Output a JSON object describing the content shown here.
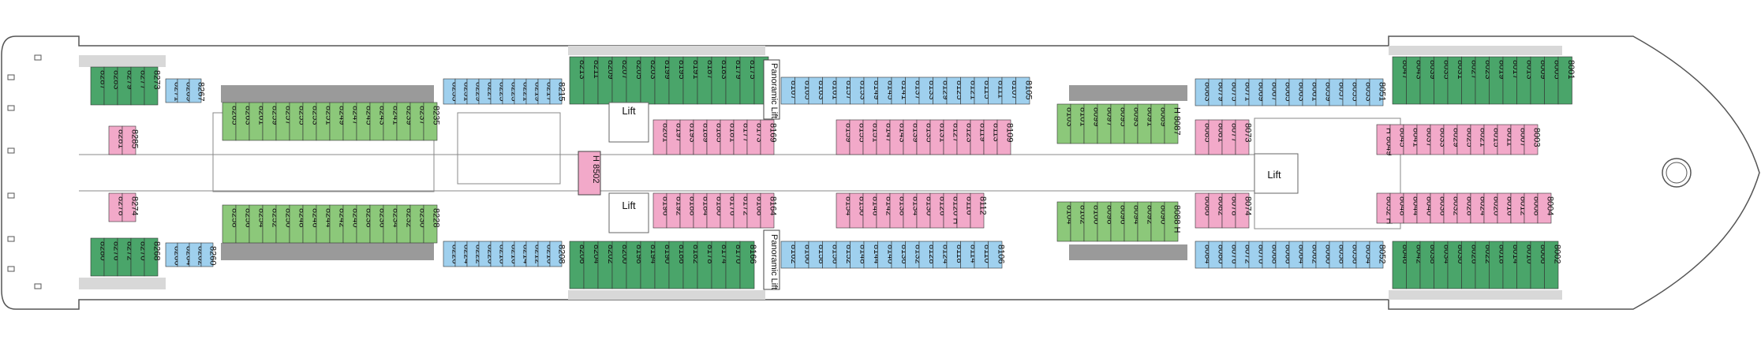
{
  "colors": {
    "green": "#8cc87a",
    "green_dark": "#4aa56a",
    "blue": "#9fd0ee",
    "blue_dark": "#5a93d0",
    "pink": "#f2a9c9",
    "grey": "#9a9a9a",
    "grey_light": "#d8d8d8",
    "outline": "#444444"
  },
  "labels": {
    "lift": "Lift",
    "panoramic_lift": "Panoramic Lift",
    "h_cabin_8502": "H 8502"
  },
  "cabins": {
    "aft_top": [
      "8287",
      "8283",
      "8279",
      "8277",
      "8273"
    ],
    "aft_bottom": [
      "8280",
      "8276",
      "8272",
      "8270",
      "8268"
    ],
    "aft_inner_top": [
      "8281",
      "8285"
    ],
    "aft_inner_bottom": [
      "8278",
      "8274"
    ],
    "fwd1_top_blue": [
      "8271",
      "8269",
      "8267"
    ],
    "fwd1_bottom_blue": [
      "8266",
      "8264",
      "8262",
      "8260"
    ],
    "midA_inner_top": [
      "8265",
      "8263",
      "8261",
      "8259",
      "8257",
      "8255",
      "8253",
      "8251",
      "8249",
      "8247",
      "8245",
      "8243",
      "8241",
      "8239",
      "8237",
      "8235"
    ],
    "midA_inner_bottom": [
      "8258",
      "8256",
      "8254",
      "8252",
      "8250",
      "8248",
      "8246",
      "8244",
      "8242",
      "8240",
      "8238",
      "8236",
      "8234",
      "8232",
      "8230",
      "8228"
    ],
    "midA_outer_top": [
      "8233",
      "8231",
      "8229",
      "8227",
      "8225",
      "8223",
      "8221",
      "8219",
      "8217",
      "8215"
    ],
    "midA_outer_bottom": [
      "8226",
      "8224",
      "8222",
      "8220",
      "8218",
      "8216",
      "8214",
      "8212",
      "8210",
      "8208"
    ],
    "midB_top_green": [
      "8213",
      "8211",
      "8209",
      "8207",
      "8205",
      "8203",
      "8199",
      "8195",
      "8191",
      "8187",
      "8183",
      "8179",
      "8175",
      "8171"
    ],
    "midB_bottom_green": [
      "8206",
      "8204",
      "8202",
      "8200",
      "8198",
      "8194",
      "8190",
      "8186",
      "8182",
      "8178",
      "8174",
      "8170",
      "8166"
    ],
    "midB_inner_top_pink": [
      "8201",
      "8197",
      "8193",
      "8189",
      "8185",
      "8181",
      "8177",
      "8173",
      "8169"
    ],
    "midB_inner_bottom_pink": [
      "8196",
      "8192",
      "8188",
      "8184",
      "8180",
      "8176",
      "8172",
      "8168",
      "8164"
    ],
    "midC_top": [
      "8167",
      "8165",
      "8163",
      "8161",
      "8157",
      "8153",
      "8149",
      "8145",
      "8141",
      "8137",
      "8133",
      "8129",
      "8125",
      "8121",
      "8115",
      "8111",
      "8107",
      "8105"
    ],
    "midC_bottom": [
      "8162",
      "8160",
      "8158",
      "8156",
      "8152",
      "8148",
      "8144",
      "8140",
      "8136",
      "8132",
      "8128",
      "8124",
      "8118",
      "8114",
      "8110",
      "8106"
    ],
    "midC_inner_top_pink": [
      "8159",
      "8155",
      "8151",
      "8147",
      "8143",
      "8139",
      "8135",
      "8131",
      "8127",
      "8123",
      "8119",
      "8113",
      "8109"
    ],
    "midC_inner_bottom_pink": [
      "8154",
      "8150",
      "8146",
      "8142",
      "8138",
      "8134",
      "8130",
      "8126",
      "8120 H",
      "8116",
      "8112"
    ],
    "fwdA_inner_top": [
      "8103",
      "8101",
      "8099",
      "8097",
      "8095",
      "8093",
      "8091",
      "8089",
      "H 8087"
    ],
    "fwdA_inner_bottom": [
      "8104",
      "8102",
      "8100",
      "8098",
      "8096",
      "8094",
      "8092",
      "8090",
      "8088 H"
    ],
    "fwdA_inner_top_pink": [
      "8085",
      "8081",
      "8077",
      "8073"
    ],
    "fwdA_inner_bottom_pink": [
      "8086",
      "8082",
      "8078",
      "8074"
    ],
    "fwdB_top": [
      "8083",
      "8079",
      "8075",
      "8071",
      "8069",
      "8067",
      "8065",
      "8063",
      "8061",
      "8059",
      "8057",
      "8055",
      "8053",
      "8051"
    ],
    "fwdB_bottom": [
      "8084",
      "8080",
      "8076",
      "8072",
      "8070",
      "8068",
      "8066",
      "8064",
      "8062",
      "8060",
      "8058",
      "8056",
      "8054",
      "8052"
    ],
    "bow_top": [
      "8047",
      "8043",
      "8039",
      "8035",
      "8031",
      "8027",
      "8023",
      "8019",
      "8017",
      "8013",
      "8009",
      "8005",
      "8001"
    ],
    "bow_bottom": [
      "8046",
      "8042",
      "8038",
      "8034",
      "8030",
      "8026",
      "8022",
      "8018",
      "8014",
      "8010",
      "8006",
      "8002"
    ],
    "bow_inner_top_pink": [
      "H 8049",
      "8045",
      "8041",
      "8037",
      "8033",
      "8029",
      "8025",
      "8021",
      "8015",
      "8011",
      "8007",
      "8003"
    ],
    "bow_inner_bottom_pink": [
      "8052 H",
      "8048",
      "8044",
      "8040",
      "8036",
      "8032",
      "8028",
      "8024",
      "8020",
      "8016",
      "8012",
      "8008",
      "8004"
    ]
  }
}
